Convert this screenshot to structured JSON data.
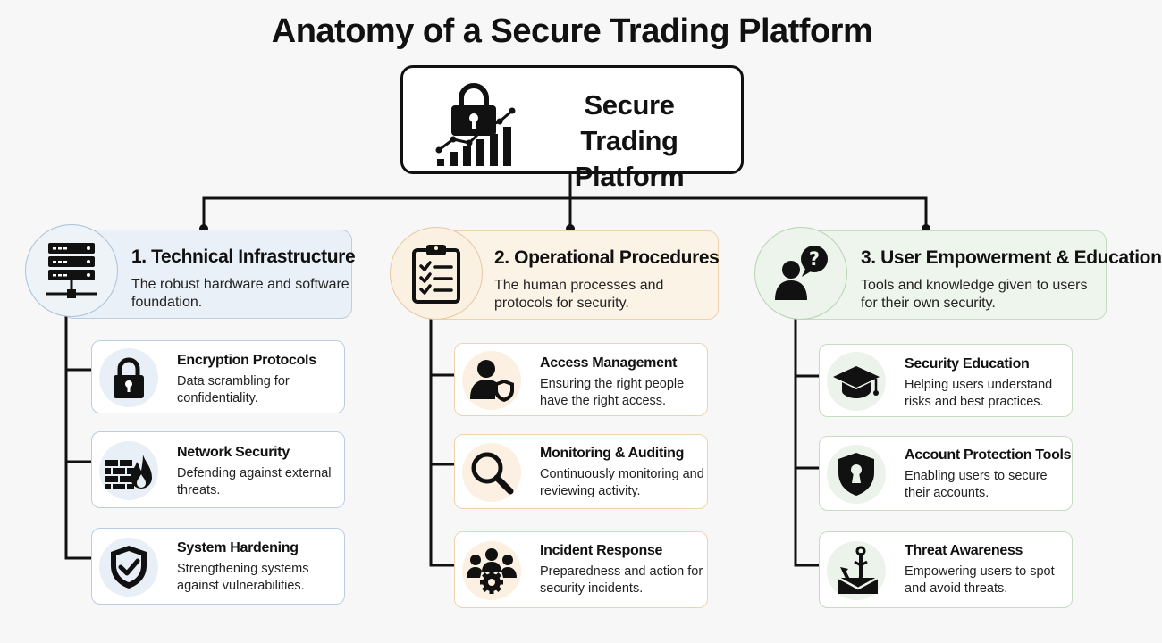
{
  "title": "Anatomy of a Secure Trading Platform",
  "root": {
    "label": "Secure Trading Platform",
    "icon": "lock-chart-icon"
  },
  "categories": [
    {
      "title": "1. Technical Infrastructure",
      "description": "The robust hardware and software foundation.",
      "icon": "server-network-icon",
      "accent": "#b9cde3",
      "items": [
        {
          "title": "Encryption Protocols",
          "description": "Data scrambling for confidentiality.",
          "icon": "padlock-icon"
        },
        {
          "title": "Network Security",
          "description": "Defending against external threats.",
          "icon": "firewall-icon"
        },
        {
          "title": "System Hardening",
          "description": "Strengthening systems against vulnerabilities.",
          "icon": "shield-check-icon"
        }
      ]
    },
    {
      "title": "2. Operational Procedures",
      "description": "The human processes and protocols for security.",
      "icon": "clipboard-checklist-icon",
      "accent": "#eed3ae",
      "items": [
        {
          "title": "Access Management",
          "description": "Ensuring the right people have the right access.",
          "icon": "user-shield-icon"
        },
        {
          "title": "Monitoring & Auditing",
          "description": "Continuously monitoring and reviewing activity.",
          "icon": "magnifier-icon"
        },
        {
          "title": "Incident Response",
          "description": "Preparedness and action for security incidents.",
          "icon": "team-gear-icon"
        }
      ]
    },
    {
      "title": "3. User Empowerment & Education",
      "description": "Tools and knowledge given to users for their own security.",
      "icon": "user-question-icon",
      "accent": "#c4dcc0",
      "items": [
        {
          "title": "Security Education",
          "description": "Helping users understand risks and best practices.",
          "icon": "graduation-cap-icon"
        },
        {
          "title": "Account Protection Tools",
          "description": "Enabling users to secure their accounts.",
          "icon": "shield-keyhole-icon"
        },
        {
          "title": "Threat Awareness",
          "description": "Empowering users to spot and avoid threats.",
          "icon": "phishing-hook-icon"
        }
      ]
    }
  ]
}
